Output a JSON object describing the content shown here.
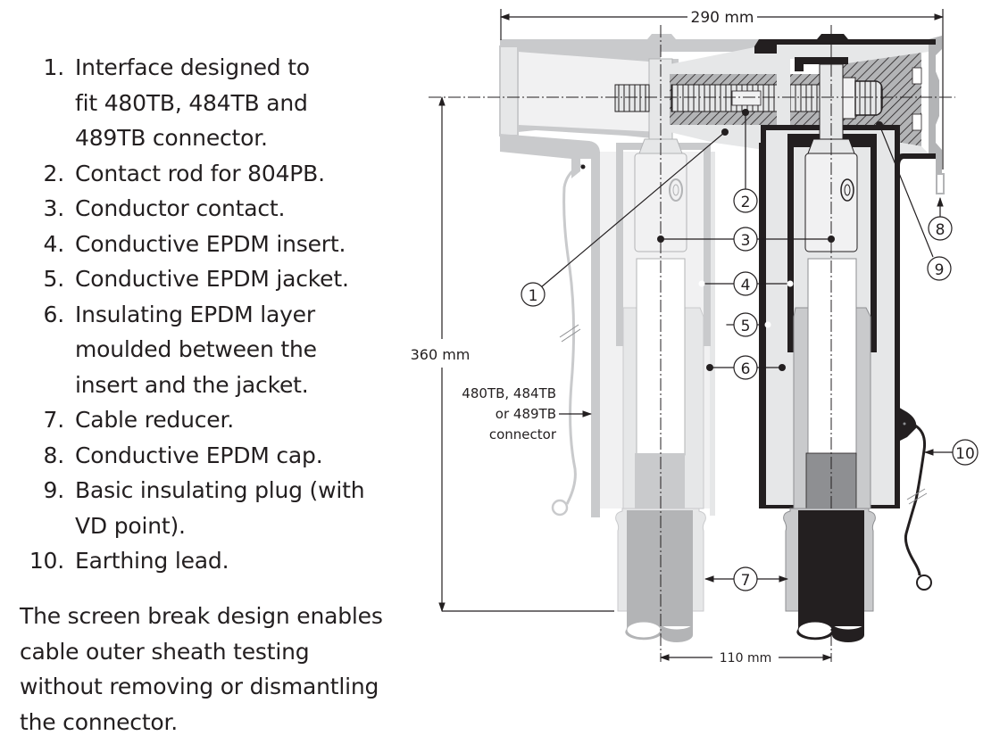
{
  "legend": {
    "items": [
      {
        "num": "1.",
        "text": "Interface designed to fit 480TB, 484TB and 489TB connector."
      },
      {
        "num": "2.",
        "text": "Contact rod for 804PB."
      },
      {
        "num": "3.",
        "text": "Conductor contact."
      },
      {
        "num": "4.",
        "text": "Conductive EPDM insert."
      },
      {
        "num": "5.",
        "text": "Conductive EPDM jacket."
      },
      {
        "num": "6.",
        "text": "Insulating EPDM layer moulded between the insert and the jacket."
      },
      {
        "num": "7.",
        "text": "Cable reducer."
      },
      {
        "num": "8.",
        "text": "Conductive EPDM cap."
      },
      {
        "num": "9.",
        "text": "Basic insulating plug (with VD point)."
      },
      {
        "num": "10.",
        "text": "Earthing lead."
      }
    ]
  },
  "note": "The screen break design enables cable outer sheath testing without removing or dismantling the connector.",
  "diagram": {
    "dimensions": {
      "width_label": "290 mm",
      "height_label": "360 mm",
      "spacing_label": "110 mm"
    },
    "connector_label": [
      "480TB, 484TB",
      "or 489TB",
      "connector"
    ],
    "callouts": [
      "1",
      "2",
      "3",
      "4",
      "5",
      "6",
      "7",
      "8",
      "9",
      "10"
    ],
    "colors": {
      "black": "#231f20",
      "dark_gray": "#8e8f92",
      "mid_gray": "#b3b4b6",
      "light_gray": "#c9cacc",
      "pale_gray": "#e6e7e8",
      "faint_gray": "#f1f1f2"
    }
  }
}
